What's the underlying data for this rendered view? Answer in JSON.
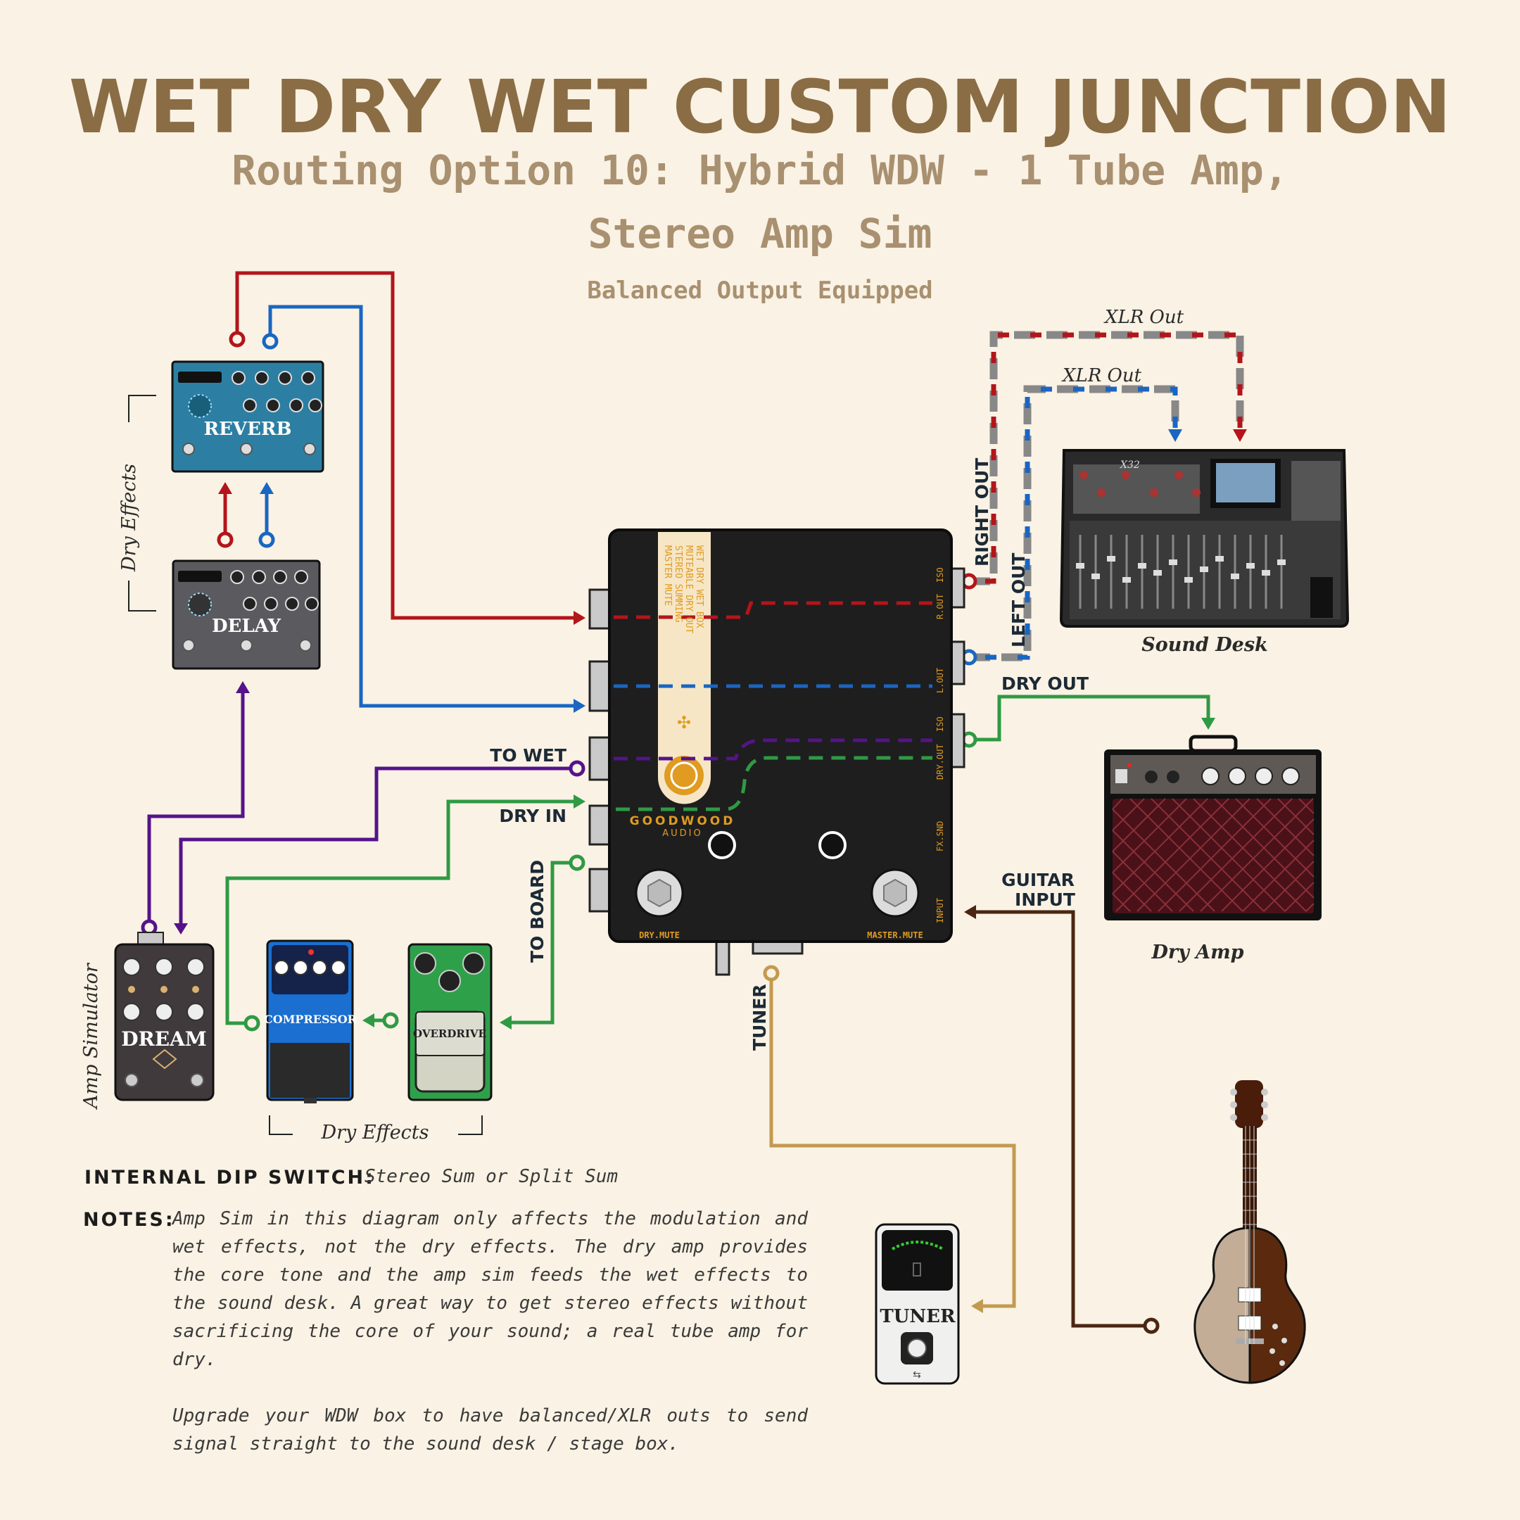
{
  "header": {
    "title": "WET DRY WET CUSTOM JUNCTION",
    "subtitle_line1": "Routing Option 10: Hybrid WDW - 1 Tube Amp,",
    "subtitle_line2": "Stereo Amp Sim",
    "tagline": "Balanced Output Equipped"
  },
  "devices": {
    "reverb": "REVERB",
    "delay": "DELAY",
    "amp_sim": "DREAM",
    "compressor": "COMPRESSOR",
    "overdrive": "OVERDRIVE",
    "tuner": "TUNER",
    "junction_brand": "GOODWOOD",
    "junction_brand_sub": "AUDIO",
    "junction_strip": [
      "WET DRY WET BOX",
      "MUTEABLE DRY OUT",
      "STEREO SUMMING",
      "MASTER MUTE"
    ],
    "dry_mute": "DRY.MUTE",
    "master_mute": "MASTER.MUTE",
    "mixer_model": "X32"
  },
  "jacks": {
    "r_out": "R.OUT",
    "iso1": "ISO",
    "l_out": "L.OUT",
    "dry_out": "DRY.OUT",
    "iso2": "ISO",
    "fx_snd": "FX.SND",
    "input": "INPUT"
  },
  "labels": {
    "dry_effects_top": "Dry Effects",
    "dry_effects_bottom": "Dry Effects",
    "amp_simulator": "Amp Simulator",
    "to_wet": "TO WET",
    "dry_in": "DRY IN",
    "to_board": "TO BOARD",
    "tuner_label": "TUNER",
    "right_out": "RIGHT OUT",
    "left_out": "LEFT OUT",
    "xlr_out_1": "XLR Out",
    "xlr_out_2": "XLR Out",
    "sound_desk": "Sound Desk",
    "dry_out": "DRY OUT",
    "dry_amp": "Dry Amp",
    "guitar_input_1": "GUITAR",
    "guitar_input_2": "INPUT"
  },
  "footer": {
    "dip_label": "INTERNAL DIP SWITCH:",
    "dip_value": "Stereo Sum or Split Sum",
    "notes_label": "NOTES:",
    "notes_p1": "Amp Sim in this diagram only affects the modulation and wet effects, not the dry effects. The dry amp provides the core tone and the amp sim feeds the wet effects to the sound desk. A great way to get stereo effects without sacrificing the core of your sound; a real tube amp for dry.",
    "notes_p2": "Upgrade your WDW box to have balanced/XLR outs to send signal straight to the sound desk / stage box."
  },
  "colors": {
    "background": "#faf2e4",
    "title": "#8a6d45",
    "subtitle": "#a89070",
    "red": "#b3151b",
    "blue": "#1a66c2",
    "purple": "#55138a",
    "green": "#2f9a44",
    "gold": "#c29a50",
    "brown": "#4a2612",
    "grey_cable": "#8a8a8a"
  },
  "icons": [
    "reverb-pedal-icon",
    "delay-pedal-icon",
    "amp-sim-pedal-icon",
    "compressor-pedal-icon",
    "overdrive-pedal-icon",
    "tuner-pedal-icon",
    "guitar-icon",
    "amp-icon",
    "mixer-icon",
    "junction-box-icon"
  ]
}
